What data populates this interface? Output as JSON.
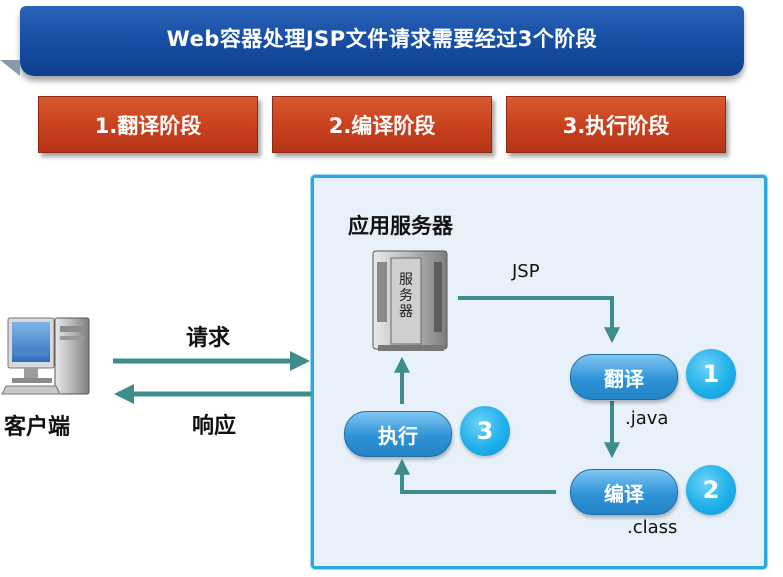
{
  "title": "Web容器处理JSP文件请求需要经过3个阶段",
  "stages": [
    {
      "label": "1.翻译阶段"
    },
    {
      "label": "2.编译阶段"
    },
    {
      "label": "3.执行阶段"
    }
  ],
  "server_panel": {
    "label": "应用服务器"
  },
  "server_box": {
    "label": [
      "服",
      "务",
      "器"
    ]
  },
  "client": {
    "label": "客户端"
  },
  "flow": {
    "request": "请求",
    "response": "响应",
    "jsp": "JSP",
    "java": ".java",
    "class": ".class"
  },
  "steps": {
    "translate": {
      "label": "翻译",
      "number": "1"
    },
    "compile": {
      "label": "编译",
      "number": "2"
    },
    "execute": {
      "label": "执行",
      "number": "3"
    }
  },
  "colors": {
    "title_blue": "#1750a6",
    "stage_red": "#c8401c",
    "panel_border": "#2aa8e6",
    "panel_fill": "#e8f1fa",
    "arrow_teal": "#3e8c8c",
    "pill_blue": "#2f93d7"
  }
}
